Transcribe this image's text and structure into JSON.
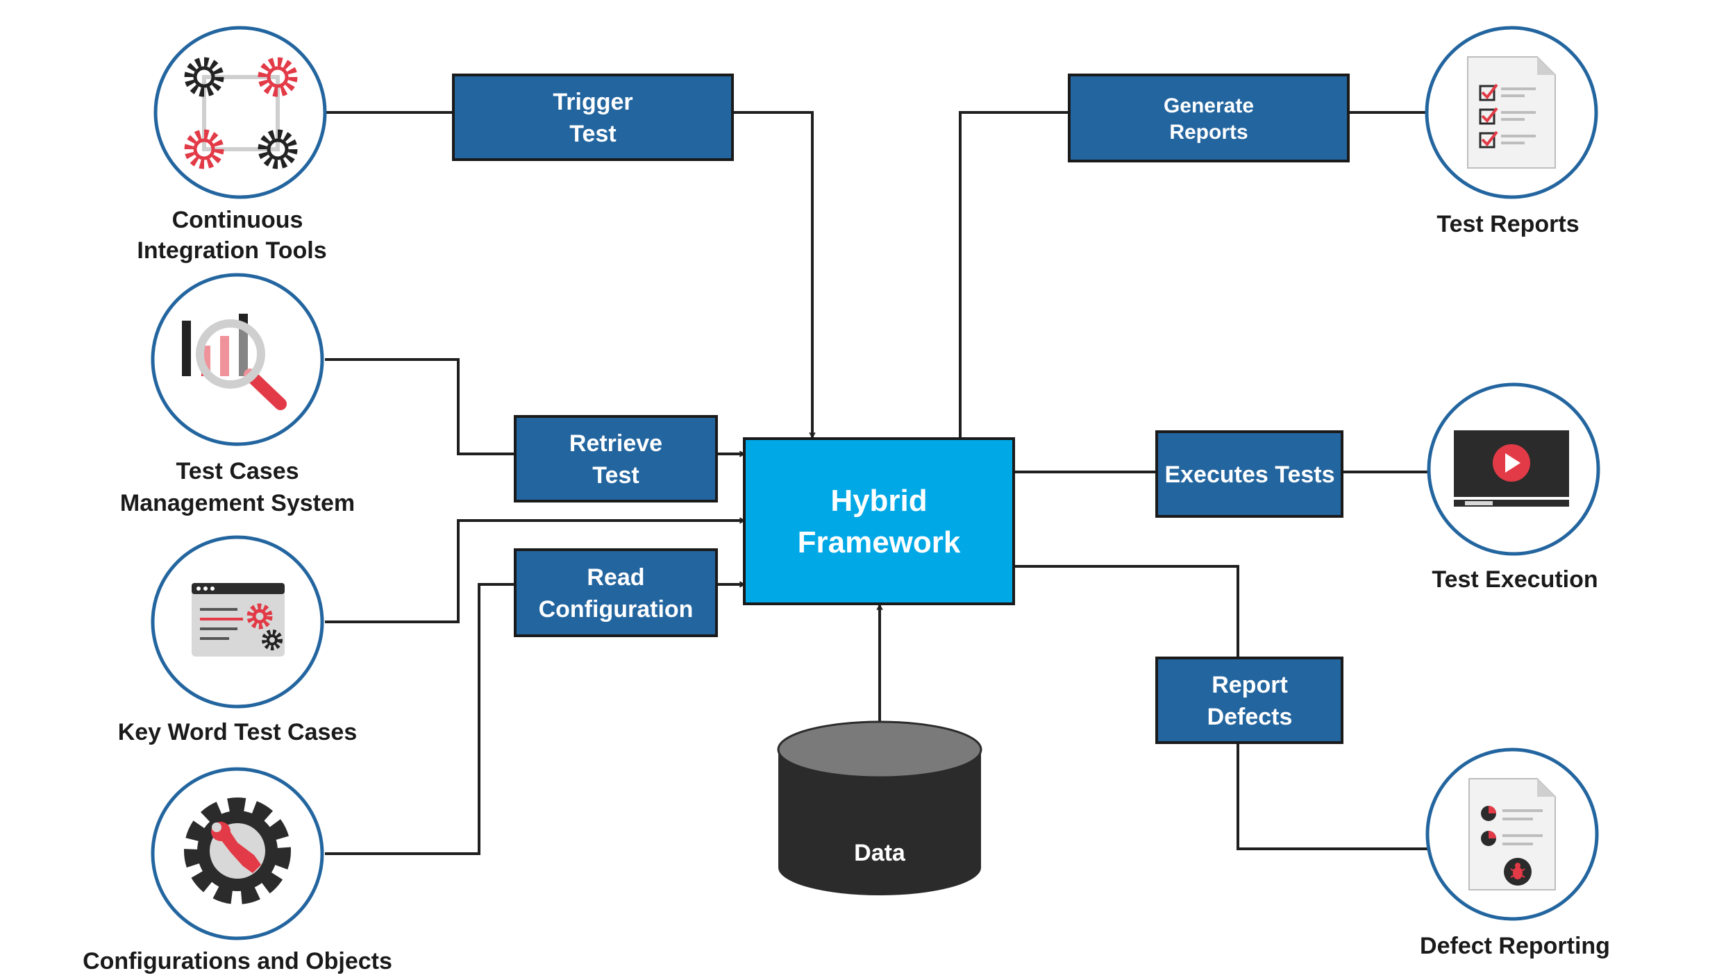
{
  "colors": {
    "box_fill": "#23659f",
    "center_fill": "#00a8e6",
    "circle_stroke": "#23659f",
    "accent_red": "#e23a46",
    "dark": "#2b2b2b",
    "db_top": "#7a7a7a",
    "db_body": "#2b2b2b"
  },
  "center": {
    "line1": "Hybrid",
    "line2": "Framework"
  },
  "boxes": {
    "trigger": {
      "line1": "Trigger",
      "line2": "Test"
    },
    "retrieve": {
      "line1": "Retrieve",
      "line2": "Test"
    },
    "read": {
      "line1": "Read",
      "line2": "Configuration"
    },
    "generate": {
      "line1": "Generate",
      "line2": "Reports"
    },
    "executes": {
      "line1": "Executes Tests"
    },
    "report": {
      "line1": "Report",
      "line2": "Defects"
    }
  },
  "database": {
    "label": "Data"
  },
  "nodes": {
    "ci": {
      "icon": "gears-network-icon",
      "line1": "Continuous",
      "line2": "Integration Tools"
    },
    "tcms": {
      "icon": "chart-magnifier-icon",
      "line1": "Test Cases",
      "line2": "Management System"
    },
    "keyword": {
      "icon": "browser-gear-icon",
      "line1": "Key Word Test Cases"
    },
    "config": {
      "icon": "gear-wrench-icon",
      "line1": "Configurations and Objects"
    },
    "reports": {
      "icon": "checklist-document-icon",
      "line1": "Test Reports"
    },
    "execution": {
      "icon": "video-player-icon",
      "line1": "Test Execution"
    },
    "defects": {
      "icon": "bug-document-icon",
      "line1": "Defect Reporting"
    }
  }
}
